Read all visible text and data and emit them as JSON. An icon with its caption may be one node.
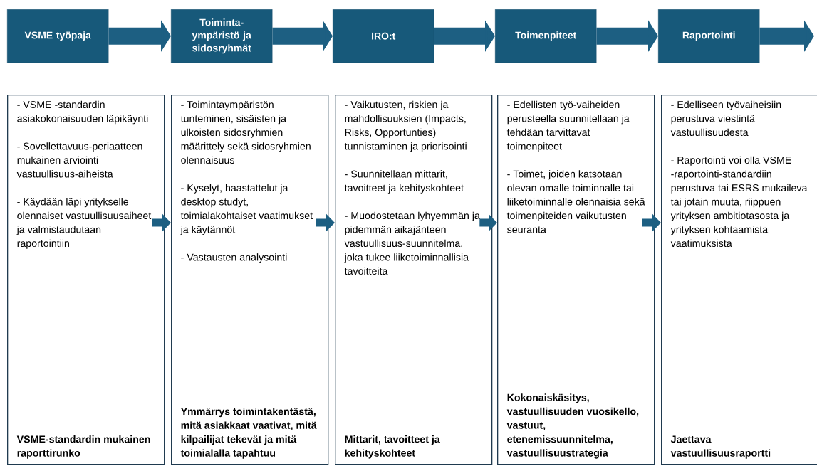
{
  "diagram": {
    "nodes": [
      {
        "text": [
          "VSME työpaja"
        ]
      },
      {
        "text": [
          "Toiminta-ympäristö ja sidosryhmät"
        ]
      },
      {
        "text": [
          "IRO:t"
        ]
      },
      {
        "text": [
          "Toimenpiteet"
        ]
      },
      {
        "text": [
          "Raportointi"
        ]
      },
      {
        "text": [
          "- VSME -standardin asiakokonaisuuden läpikäynti",
          "- Sovellettavuus-periaatteen mukainen arviointi vastuullisuus-aiheista",
          "- Käydään läpi yritykselle olennaiset vastuullisuusaiheet ja valmistaudutaan raportointiin",
          "VSME-standardin mukainen raporttirunko"
        ]
      },
      {
        "text": [
          "- Toimintaympäristön tunteminen, sisäisten ja ulkoisten sidosryhmien määrittely sekä sidosryhmien olennaisuus",
          "- Kyselyt, haastattelut ja desktop studyt, toimialakohtaiset vaatimukset ja käytännöt",
          "- Vastausten analysointi",
          "Ymmärrys toimintakentästä, mitä asiakkaat vaativat, mitä kilpailijat tekevät ja mitä toimialalla tapahtuu"
        ]
      },
      {
        "text": [
          "- Vaikutusten, riskien ja mahdollisuuksien (Impacts, Risks, Opportunties) tunnistaminen ja priorisointi",
          "- Suunnitellaan mittarit, tavoitteet ja kehityskohteet",
          "- Muodostetaan lyhyemmän ja pidemmän aikajänteen vastuullisuus-suunnitelma, joka tukee liiketoiminnallisia tavoitteita",
          "Mittarit, tavoitteet ja kehityskohteet"
        ]
      },
      {
        "text": [
          "- Edellisten työ-vaiheiden perusteella suunnitellaan ja tehdään tarvittavat toimenpiteet",
          "- Toimet, joiden katsotaan olevan omalle toiminnalle tai liiketoiminnalle olennaisia sekä toimenpiteiden vaikutusten seuranta",
          "Kokonaiskäsitys, vastuullisuuden vuosikello, vastuut, etenemissuunnitelma, vastuullisuustrategia"
        ]
      },
      {
        "text": [
          "- Edelliseen työvaiheisiin perustuva viestintä vastuullisuudesta",
          "- Raportointi voi olla VSME -raportointi-standardiin perustuva tai ESRS mukaileva tai jotain muuta, riippuen yrityksen ambitiotasosta ja yrityksen kohtaamista vaatimuksista",
          "Jaettava vastuullisuusraportti"
        ]
      }
    ],
    "edges": [
      {
        "from": 0,
        "to": 1,
        "arrow": "to"
      },
      {
        "from": 1,
        "to": 2,
        "arrow": "to"
      },
      {
        "from": 2,
        "to": 3,
        "arrow": "to"
      },
      {
        "from": 3,
        "to": 4,
        "arrow": "to"
      },
      {
        "from": 4,
        "to": null,
        "arrow": "to"
      },
      {
        "from": 5,
        "to": 6,
        "arrow": "to"
      },
      {
        "from": 6,
        "to": 7,
        "arrow": "to"
      },
      {
        "from": 7,
        "to": 8,
        "arrow": "to"
      },
      {
        "from": 8,
        "to": 9,
        "arrow": "to"
      }
    ]
  }
}
